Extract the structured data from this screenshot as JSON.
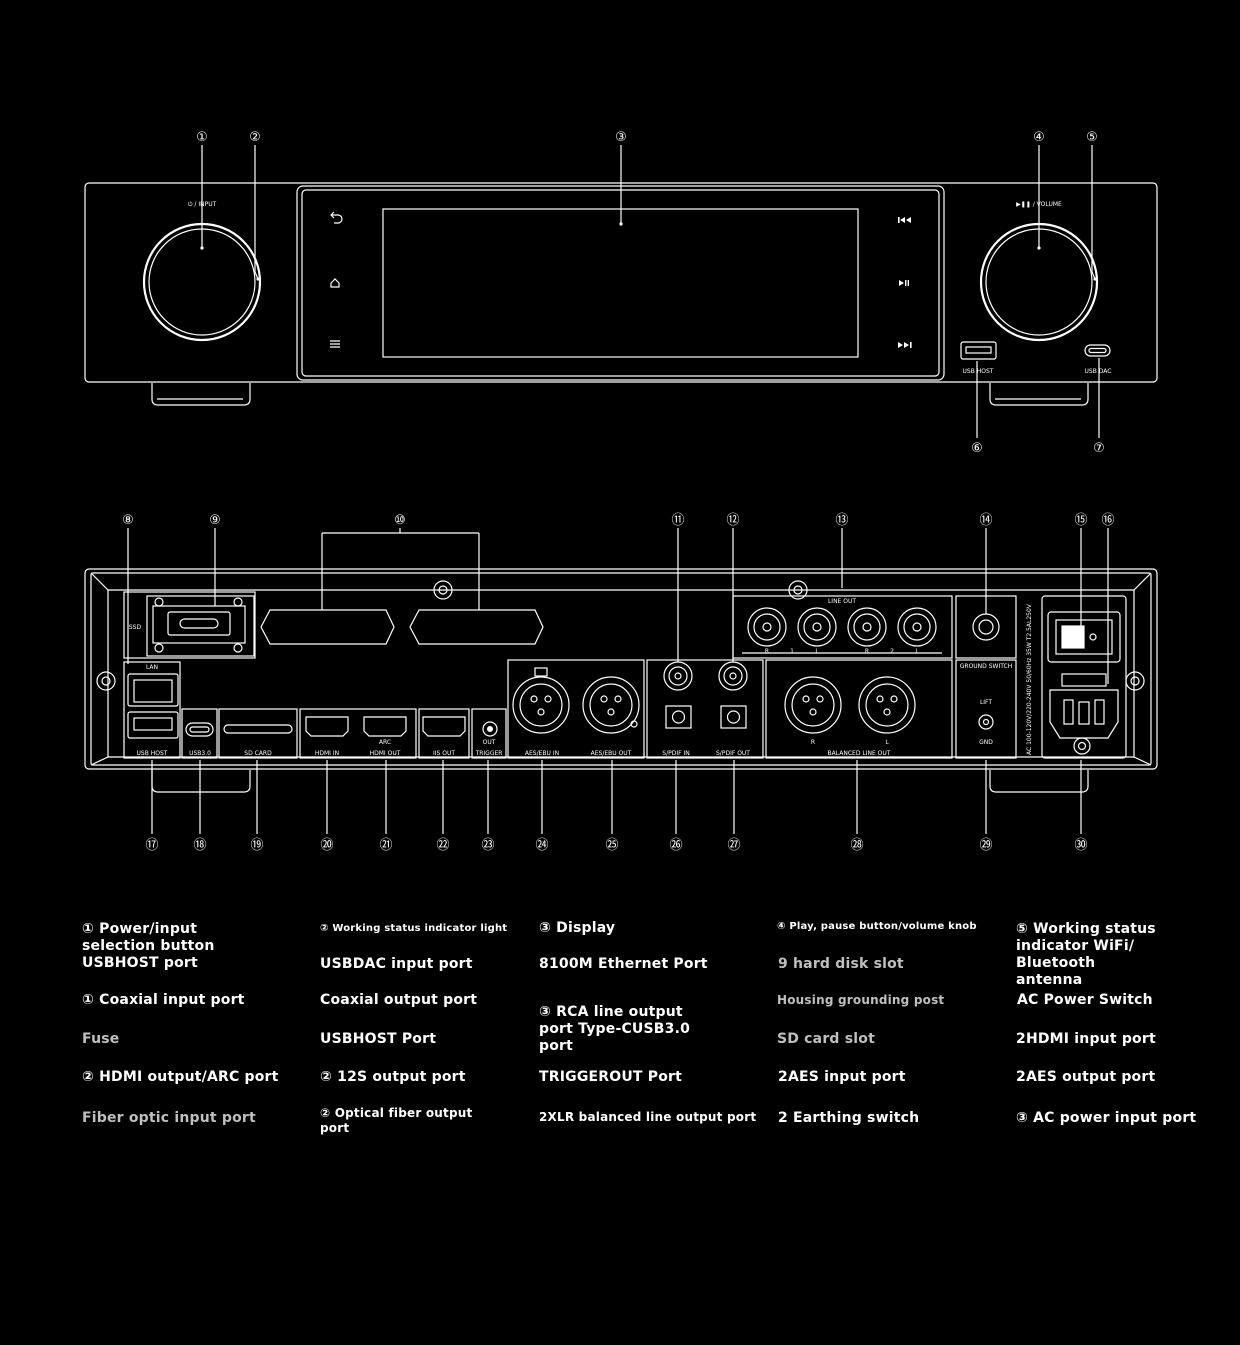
{
  "front": {
    "callouts": [
      "①",
      "②",
      "③",
      "④",
      "⑤",
      "⑥",
      "⑦"
    ],
    "knob_left_label": "⏻ / INPUT",
    "knob_right_label": "▶❚❚ / VOLUME",
    "usb_host_label": "USB HOST",
    "usb_dac_label": "USB DAC",
    "icons": [
      "back-icon",
      "home-icon",
      "menu-icon",
      "previous-icon",
      "play-pause-icon",
      "next-icon"
    ]
  },
  "rear": {
    "callouts_top": [
      "⑧",
      "⑨",
      "⑩",
      "⑪",
      "⑫",
      "⑬",
      "⑭",
      "⑮",
      "⑯"
    ],
    "callouts_bottom": [
      "⑰",
      "⑱",
      "⑲",
      "⑳",
      "㉑",
      "㉒",
      "㉓",
      "㉔",
      "㉕",
      "㉖",
      "㉗",
      "㉘",
      "㉙",
      "㉚"
    ],
    "labels": {
      "ssd": "SSD",
      "lan": "LAN",
      "usb_host": "USB HOST",
      "usb30": "USB3.0",
      "sd_card": "SD CARD",
      "hdmi_in": "HDMI IN",
      "arc": "ARC",
      "hdmi_out": "HDMI OUT",
      "iis_out": "IIS OUT",
      "out": "OUT",
      "trigger": "TRIGGER",
      "aes_in": "AES/EBU IN",
      "aes_out": "AES/EBU OUT",
      "spdif_in": "S/PDIF IN",
      "spdif_out": "S/PDIF OUT",
      "line_out": "LINE OUT",
      "r1": "R",
      "n1": "1",
      "l1": "L",
      "r2": "R",
      "n2": "2",
      "l2": "L",
      "ground_switch": "GROUND SWITCH",
      "lift": "LIFT",
      "gnd": "GND",
      "balanced_r": "R",
      "balanced_l": "L",
      "balanced_line_out": "BALANCED LINE OUT",
      "power_spec": "AC 100-120V/220-240V   50/60Hz   35W   T2.5AL250V"
    }
  },
  "legend": [
    [
      "① Power/input selection button USBHOST port",
      "② Working status indicator light",
      "③ Display",
      "④ Play, pause button/volume knob",
      "⑤ Working status indicator WiFi/ Bluetooth antenna"
    ],
    [
      "USBDAC input port",
      "8100M Ethernet Port",
      "9 hard disk slot",
      "",
      ""
    ],
    [
      "① Coaxial input port",
      "Coaxial output port",
      "③ RCA line output port Type-CUSB3.0 port",
      "Housing grounding post",
      "AC Power Switch"
    ],
    [
      "Fuse",
      "USBHOST Port",
      "",
      "SD card slot",
      "2HDMI input port"
    ],
    [
      "② HDMI output/ARC port",
      "② 12S output port",
      "TRIGGEROUT Port",
      "2AES input port",
      "2AES output port"
    ],
    [
      "Fiber optic input port",
      "② Optical fiber output port",
      "2XLR balanced line output port",
      "2 Earthing switch",
      "③ AC power input port"
    ]
  ]
}
